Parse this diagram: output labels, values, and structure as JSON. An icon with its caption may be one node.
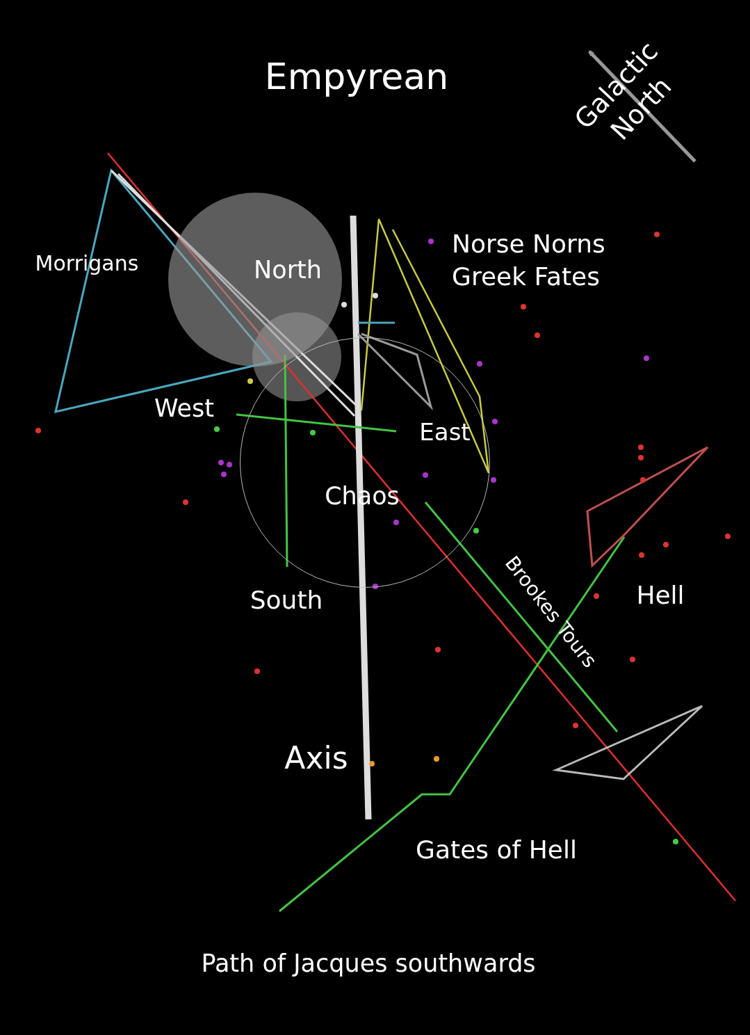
{
  "diagram": {
    "title": "Empyrean",
    "nodes": [
      {
        "text": [
          "North"
        ]
      },
      {
        "text": [
          "Chaos"
        ]
      }
    ],
    "labels": [
      "Galactic North",
      "Morrigans",
      "Norse Norns Greek Fates",
      "West",
      "East",
      "South",
      "Hell",
      "Brookes Tours",
      "Axis",
      "Gates of Hell",
      "Path of Jacques southwards"
    ]
  }
}
